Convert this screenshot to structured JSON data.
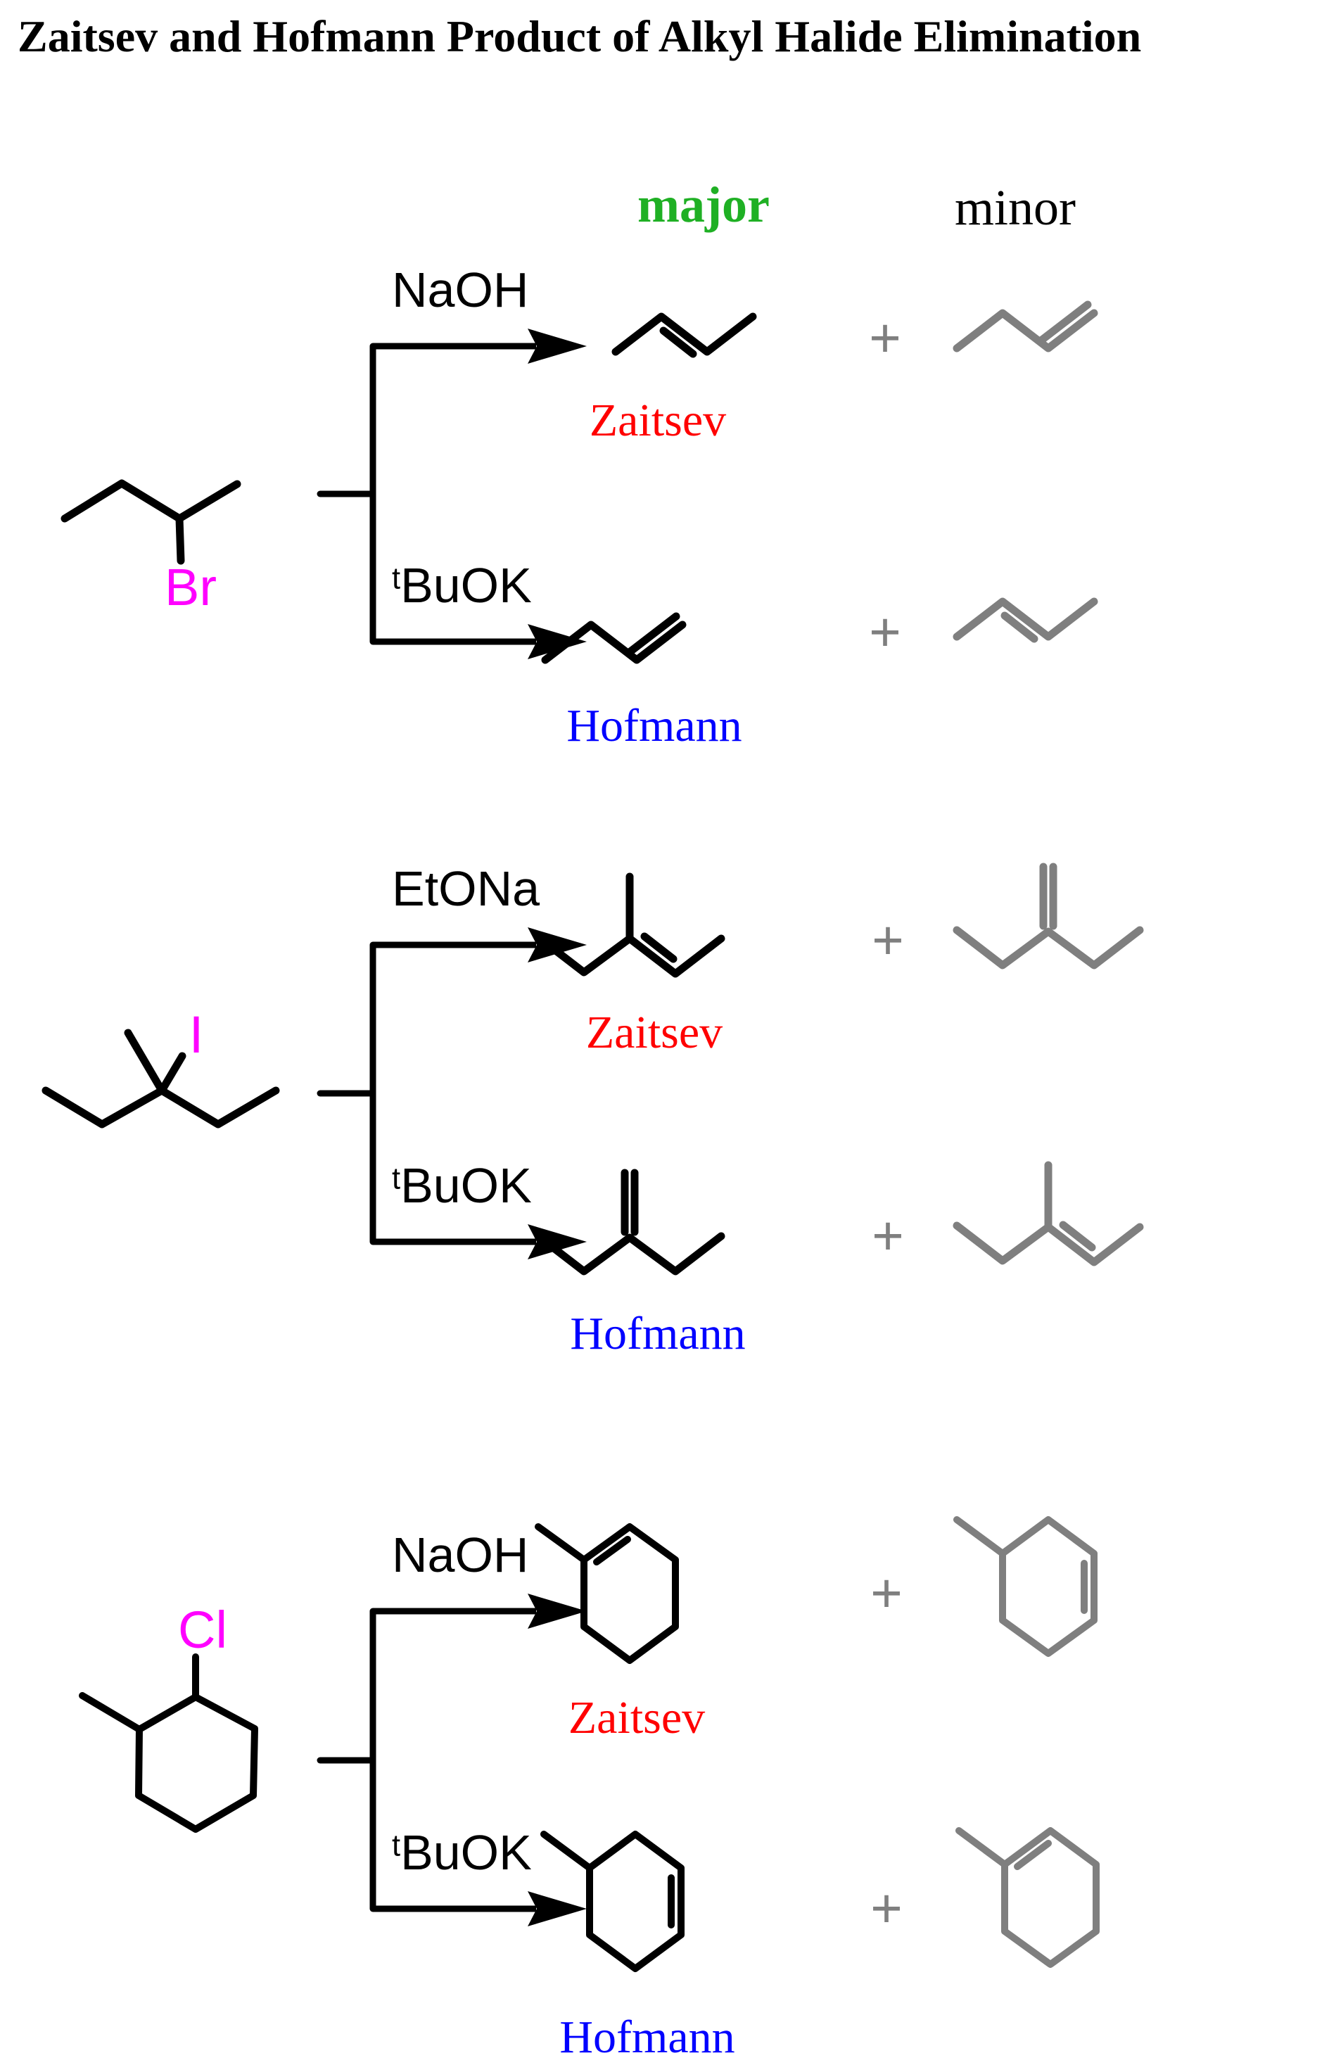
{
  "title": "Zaitsev and Hofmann Product of Alkyl Halide Elimination",
  "headers": {
    "major": "major",
    "minor": "minor"
  },
  "plus_sign": "+",
  "colors": {
    "major_green": "#1FB024",
    "zaitsev_red": "#FF0000",
    "hofmann_blue": "#0000FF",
    "halide_magenta": "#FF00FF",
    "minor_gray": "#7F7F7F",
    "bond_black": "#000000"
  },
  "schemes": [
    {
      "halide_label": "Br",
      "branches": [
        {
          "reagent_sup": "",
          "reagent_base": "NaOH",
          "pathway": "Zaitsev"
        },
        {
          "reagent_sup": "t",
          "reagent_base": "BuOK",
          "pathway": "Hofmann"
        }
      ]
    },
    {
      "halide_label": "I",
      "branches": [
        {
          "reagent_sup": "",
          "reagent_base": "EtONa",
          "pathway": "Zaitsev"
        },
        {
          "reagent_sup": "t",
          "reagent_base": "BuOK",
          "pathway": "Hofmann"
        }
      ]
    },
    {
      "halide_label": "Cl",
      "branches": [
        {
          "reagent_sup": "",
          "reagent_base": "NaOH",
          "pathway": "Zaitsev"
        },
        {
          "reagent_sup": "t",
          "reagent_base": "BuOK",
          "pathway": "Hofmann"
        }
      ]
    }
  ]
}
